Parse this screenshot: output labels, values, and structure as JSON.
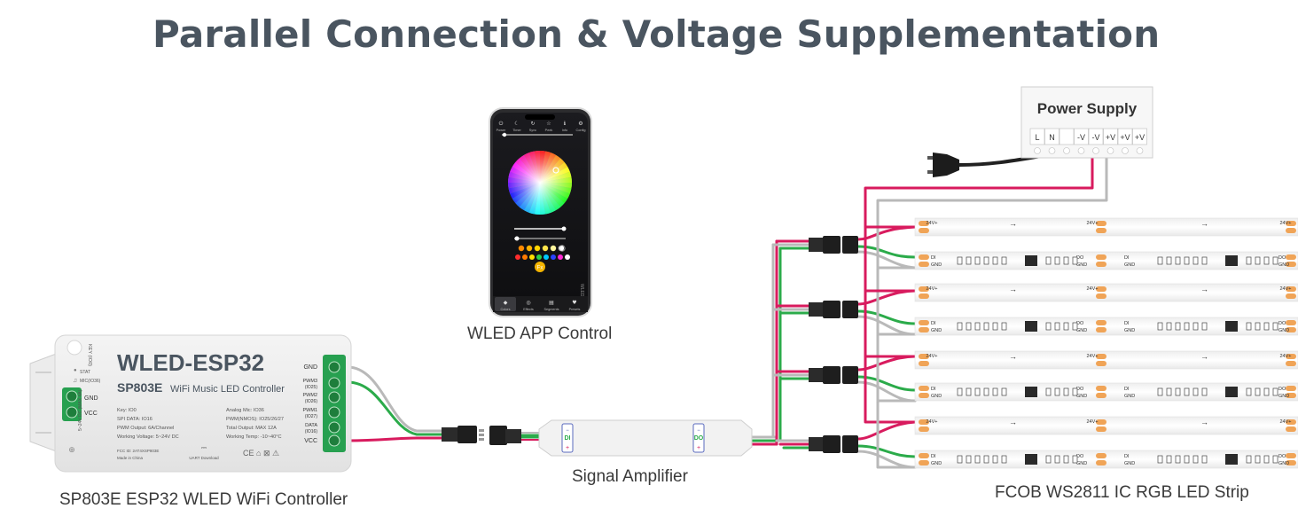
{
  "title": "Parallel Connection & Voltage Supplementation",
  "phone": {
    "caption": "WLED APP Control",
    "top_tabs": [
      "Power",
      "Timer",
      "Sync",
      "Peek",
      "Info",
      "Config"
    ],
    "bottom_tabs": [
      "Colors",
      "Effects",
      "Segments",
      "Presets"
    ],
    "fx_label": "Fx",
    "side_label": "WLED"
  },
  "controller": {
    "caption": "SP803E ESP32 WLED WiFi Controller",
    "brand": "WLED-ESP32",
    "model": "SP803E",
    "subtitle": "WiFi Music LED Controller",
    "key_label": "KEY\n(IO0)",
    "stat_label": "STAT",
    "mic_label": "MIC(IO36)",
    "gnd_label": "GND",
    "vcc_label": "VCC",
    "dc_label": "5~24V DC\n(MAX 4A)",
    "terminals": [
      "GND",
      "PWM3 (IO25)",
      "PWM2 (IO26)",
      "PWM1 (IO27)",
      "DATA (IO16)",
      "VCC"
    ],
    "specs_left": [
      "Key: IO0",
      "SPI DATA: IO16",
      "PWM Output: 6A/Channel",
      "Working Voltage: 5~24V DC"
    ],
    "specs_right": [
      "Analog Mic: IO36",
      "PWM(NMOS): IO25/26/27",
      "Total Output: MAX 12A",
      "Working Temp: -10~40°C"
    ],
    "fcc": "FCC ID: 2AT4XSP803E",
    "made_in": "Made in China",
    "uart": "UART Download",
    "certs": "CE ⌂ ⊠ ⚠"
  },
  "amplifier": {
    "caption": "Signal Amplifier",
    "in_label": "DI",
    "out_label": "DO"
  },
  "power_supply": {
    "title": "Power Supply",
    "terminals": [
      "L",
      "N",
      "",
      "-V",
      "-V",
      "+V",
      "+V",
      "+V"
    ]
  },
  "strip": {
    "caption": "FCOB WS2811 IC RGB LED Strip",
    "voltage_label": "24V+",
    "di_label": "DI",
    "do_label": "DO",
    "gnd_label": "GND",
    "rows": 8
  },
  "colors": {
    "wire_red": "#d81b5e",
    "wire_green": "#2bab4a",
    "wire_grey": "#b9b9b9",
    "terminal_green": "#27a050",
    "title": "#4a5560"
  }
}
